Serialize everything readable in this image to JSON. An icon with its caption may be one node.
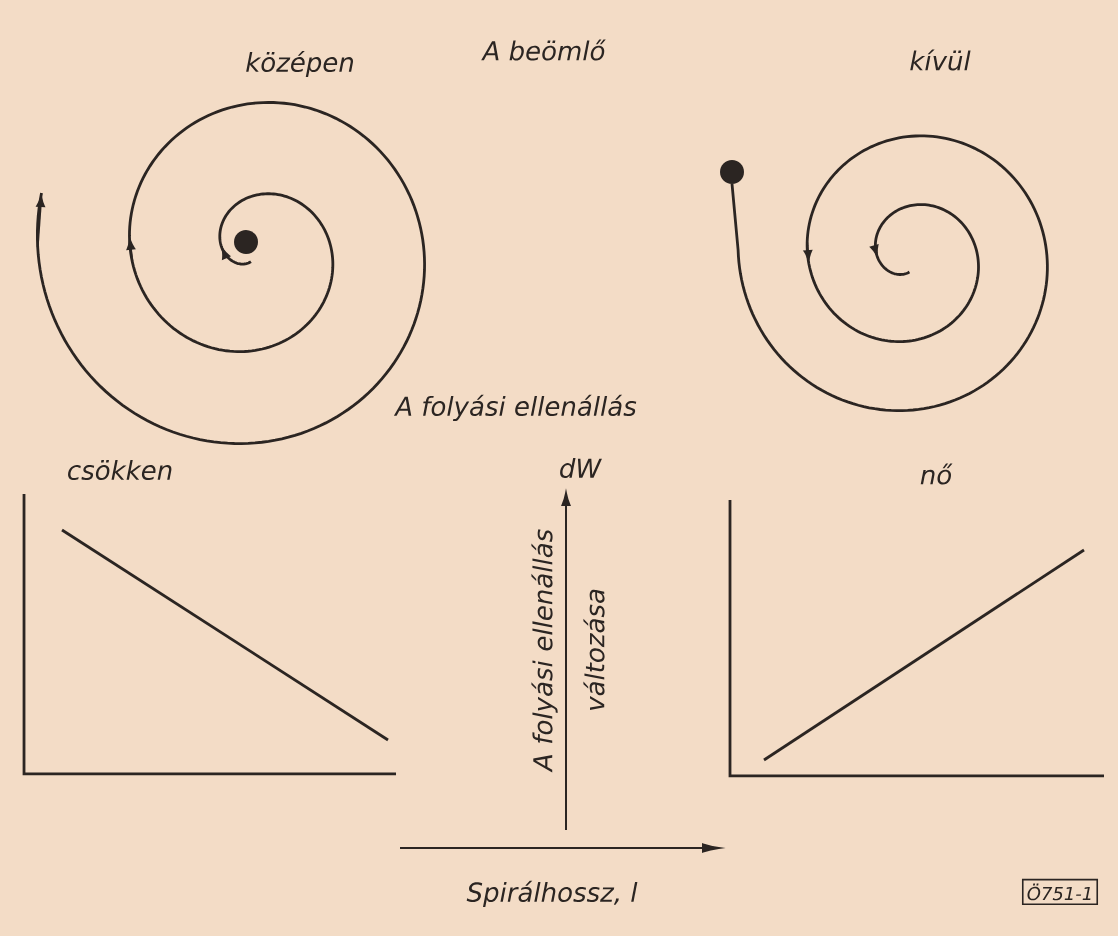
{
  "diagram": {
    "labels": [
      "A beömlő",
      "középen",
      "kívül",
      "A folyási ellenállás",
      "csökken",
      "dW",
      "nő",
      "A folyási ellenállás változása",
      "Spirálhossz, l",
      "Ö751-1"
    ]
  }
}
